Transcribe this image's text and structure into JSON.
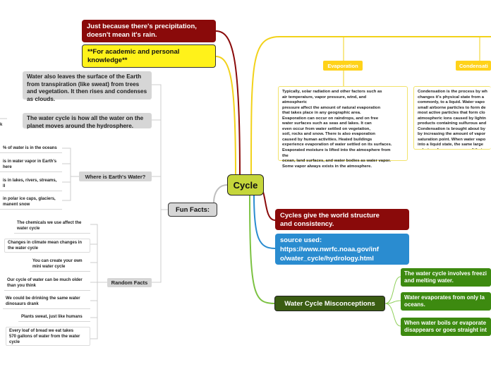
{
  "center": {
    "label": "Cycle"
  },
  "topics": {
    "precipitation_note": "Just because there's precipitation,\ndoesn't mean it's rain.",
    "academic_note": "**For academic and personal\nknowledge**",
    "consistency": "Cycles give the world structure\nand consistency.",
    "source": "source used:\nhttps://www.nwrfc.noaa.gov/inf\no/water_cycle/hydrology.html",
    "fun_facts": "Fun Facts:",
    "misconceptions": "Water Cycle Misconceptions"
  },
  "fun_facts": {
    "transpiration": "Water also leaves the surface of the Earth\nfrom transpiration (like sweat) from trees\nand vegetation. It then rises and condenses\nas clouds.",
    "definition": "The water cycle is how all the water on the\nplanet  moves around the hydrosphere.",
    "definition_side": "k",
    "where": {
      "label": "Where is Earth's Water?",
      "items": [
        "% of water is in the oceans",
        "is in water vapor in Earth's\nhere",
        "is in lakes, rivers, streams,\nll",
        "in polar ice caps, glaciers,\nmanent snow"
      ]
    },
    "random": {
      "label": "Random Facts",
      "items": [
        "The chemicals we use affect the\nwater cycle",
        "Changes in climate mean changes in\nthe water cycle",
        "You can create your own\nmini water cycle",
        "Our cycle of water can be much older\nthan you think",
        "We could be drinking the same water\ndinosaurs drank",
        "Plants sweat, just like humans",
        "Every loaf of bread we eat takes\n570 gallons of water from the water\ncycle"
      ]
    }
  },
  "processes": {
    "evaporation": {
      "label": "Evaporation",
      "text": "Typically, solar radiation and other factors such as\n air temperature, vapor pressure, wind, and\natmospheric\npressure affect the amount of natural evaporation\nthat takes place in any geographic area.\nEvaporation can occur on raindrops, and on free\n water surfaces such as seas and lakes. It can\n even occur from water settled on vegetation,\nsoil, rocks and snow. There is also evaporation\ncaused by human activities. Heated buildings\nexperience evaporation of water settled on its surfaces.\nEvaporated moisture is lifted into the atmosphere from\nthe\nocean, land surfaces, and water bodies as water vapor.\nSome vapor always exists in the atmosphere."
    },
    "condensation": {
      "label": "Condensati",
      "text": "Condensation is the process by wh\nchanges it's physical state from a\ncommonly, to a liquid. Water vapo\nsmall airborne particles to form de\nmost active particles that form clo\natmospheric ions caused by lightn\nproducts containing sulfurous and\nCondensation is brought about by\nby increasing the amount of vapor\nsaturation point. When water vapo\ninto a liquid state, the same large\ncalories of energy per gram] that w\na vapor is released to the environ"
    }
  },
  "misconceptions": [
    "The water cycle involves freezi\nand melting water.",
    "Water evaporates from only la\noceans.",
    "When water boils or evaporate\ndisappears or goes straight int"
  ],
  "colors": {
    "center": "#c5d63b",
    "red": "#8a0a0a",
    "yellow": "#fff21a",
    "blue": "#2a8cd0",
    "green": "#3d8a10",
    "grey": "#d6d6d6"
  }
}
